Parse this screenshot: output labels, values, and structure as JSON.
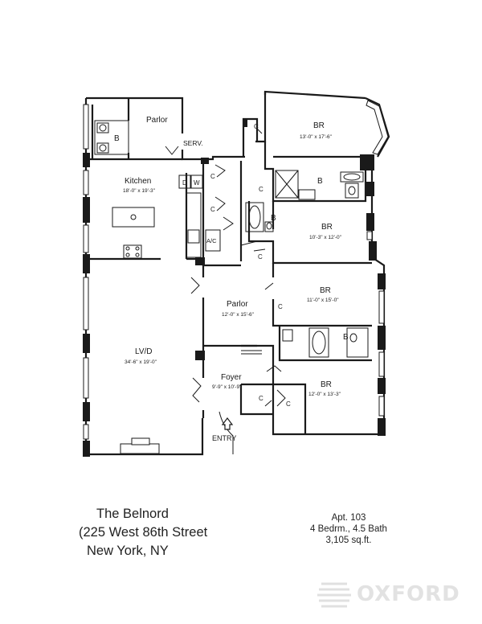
{
  "rooms": {
    "parlor_top": {
      "name": "Parlor"
    },
    "serv": {
      "name": "SERV."
    },
    "br1": {
      "name": "BR",
      "dims": "13'-0\" x 17'-6\""
    },
    "kitchen": {
      "name": "Kitchen",
      "dims": "18'-0\" x 19'-3\""
    },
    "br2": {
      "name": "BR",
      "dims": "10'-3\" x 12'-0\""
    },
    "parlor_mid": {
      "name": "Parlor",
      "dims": "12'-0\" x 15'-6\""
    },
    "br3": {
      "name": "BR",
      "dims": "11'-0\" x 15'-0\""
    },
    "lvd": {
      "name": "LV/D",
      "dims": "34'-6\" x 19'-0\""
    },
    "foyer": {
      "name": "Foyer",
      "dims": "9'-9\" x 10'-9\""
    },
    "br4": {
      "name": "BR",
      "dims": "12'-0\" x 13'-3\""
    }
  },
  "fixtures": {
    "closet": "C",
    "bath": "B",
    "d": "D",
    "w": "W",
    "ac": "A/C",
    "entry": "ENTRY"
  },
  "building": {
    "name": "The Belnord",
    "address": "(225 West 86th Street",
    "city": "New York, NY"
  },
  "apartment": {
    "number": "Apt. 103",
    "rooms": "4 Bedrm., 4.5 Bath",
    "area": "3,105 sq.ft."
  },
  "watermark": {
    "text": "OXFORD"
  }
}
